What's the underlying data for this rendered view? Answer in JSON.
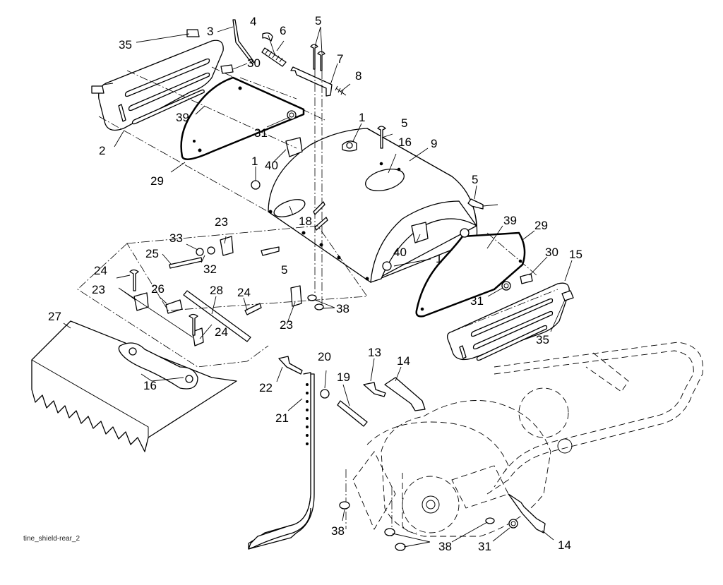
{
  "diagram": {
    "caption": "tine_shield-rear_2"
  },
  "callouts": [
    {
      "id": "c1a",
      "text": "1"
    },
    {
      "id": "c1b",
      "text": "1"
    },
    {
      "id": "c1c",
      "text": "1"
    },
    {
      "id": "c1d",
      "text": "1"
    },
    {
      "id": "c2",
      "text": "2"
    },
    {
      "id": "c3",
      "text": "3"
    },
    {
      "id": "c4",
      "text": "4"
    },
    {
      "id": "c5a",
      "text": "5"
    },
    {
      "id": "c5b",
      "text": "5"
    },
    {
      "id": "c5c",
      "text": "5"
    },
    {
      "id": "c5d",
      "text": "5"
    },
    {
      "id": "c6",
      "text": "6"
    },
    {
      "id": "c7",
      "text": "7"
    },
    {
      "id": "c8",
      "text": "8"
    },
    {
      "id": "c9",
      "text": "9"
    },
    {
      "id": "c13",
      "text": "13"
    },
    {
      "id": "c14a",
      "text": "14"
    },
    {
      "id": "c14b",
      "text": "14"
    },
    {
      "id": "c15",
      "text": "15"
    },
    {
      "id": "c16a",
      "text": "16"
    },
    {
      "id": "c16b",
      "text": "16"
    },
    {
      "id": "c18",
      "text": "18"
    },
    {
      "id": "c19",
      "text": "19"
    },
    {
      "id": "c20",
      "text": "20"
    },
    {
      "id": "c21",
      "text": "21"
    },
    {
      "id": "c22",
      "text": "22"
    },
    {
      "id": "c23a",
      "text": "23"
    },
    {
      "id": "c23b",
      "text": "23"
    },
    {
      "id": "c23c",
      "text": "23"
    },
    {
      "id": "c24a",
      "text": "24"
    },
    {
      "id": "c24b",
      "text": "24"
    },
    {
      "id": "c24c",
      "text": "24"
    },
    {
      "id": "c25",
      "text": "25"
    },
    {
      "id": "c26",
      "text": "26"
    },
    {
      "id": "c27",
      "text": "27"
    },
    {
      "id": "c28",
      "text": "28"
    },
    {
      "id": "c29a",
      "text": "29"
    },
    {
      "id": "c29b",
      "text": "29"
    },
    {
      "id": "c30a",
      "text": "30"
    },
    {
      "id": "c30b",
      "text": "30"
    },
    {
      "id": "c31a",
      "text": "31"
    },
    {
      "id": "c31b",
      "text": "31"
    },
    {
      "id": "c31c",
      "text": "31"
    },
    {
      "id": "c32",
      "text": "32"
    },
    {
      "id": "c33",
      "text": "33"
    },
    {
      "id": "c35a",
      "text": "35"
    },
    {
      "id": "c35b",
      "text": "35"
    },
    {
      "id": "c38a",
      "text": "38"
    },
    {
      "id": "c38b",
      "text": "38"
    },
    {
      "id": "c38c",
      "text": "38"
    },
    {
      "id": "c39a",
      "text": "39"
    },
    {
      "id": "c39b",
      "text": "39"
    },
    {
      "id": "c40a",
      "text": "40"
    },
    {
      "id": "c40b",
      "text": "40"
    }
  ]
}
